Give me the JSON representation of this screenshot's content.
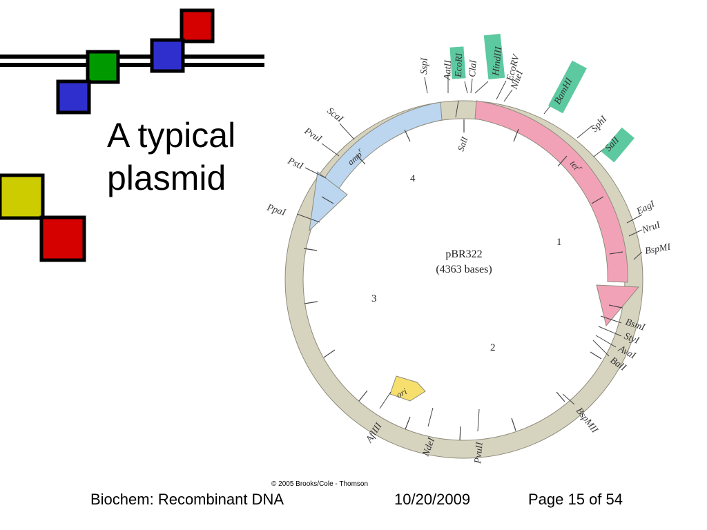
{
  "slide": {
    "title_line1": "A typical",
    "title_line2": "plasmid",
    "copyright": "© 2005 Brooks/Cole - Thomson",
    "footer": {
      "course": "Biochem: Recombinant DNA",
      "date": "10/20/2009",
      "page": "Page 15 of 54"
    }
  },
  "plasmid": {
    "name": "pBR322",
    "size": "(4363 bases)",
    "scale_labels": [
      "1",
      "2",
      "3",
      "4"
    ],
    "regions": [
      {
        "label": "tet",
        "superscript": "r",
        "color": "#f2a2b7"
      },
      {
        "label": "amp",
        "superscript": "r",
        "color": "#bcd6ef"
      },
      {
        "label": "ori",
        "color": "#f6df6c"
      }
    ],
    "backbone_color": "#d6d3bf",
    "highlight_color": "#5dc9a1",
    "sites": [
      "SspI",
      "AatII",
      "EcoRI",
      "ClaI",
      "HindIII",
      "EcoRV",
      "NheI",
      "BamHI",
      "SphI",
      "SalI",
      "EagI",
      "NruI",
      "BspMI",
      "BsmI",
      "StyI",
      "AvaI",
      "BalI",
      "BspMII",
      "PvuII",
      "NdeI",
      "AflIII",
      "PpaI",
      "PstI",
      "PvuI",
      "ScaI",
      "SalI"
    ],
    "highlighted_sites": [
      "EcoRI",
      "HindIII",
      "BamHI",
      "SalI"
    ]
  }
}
